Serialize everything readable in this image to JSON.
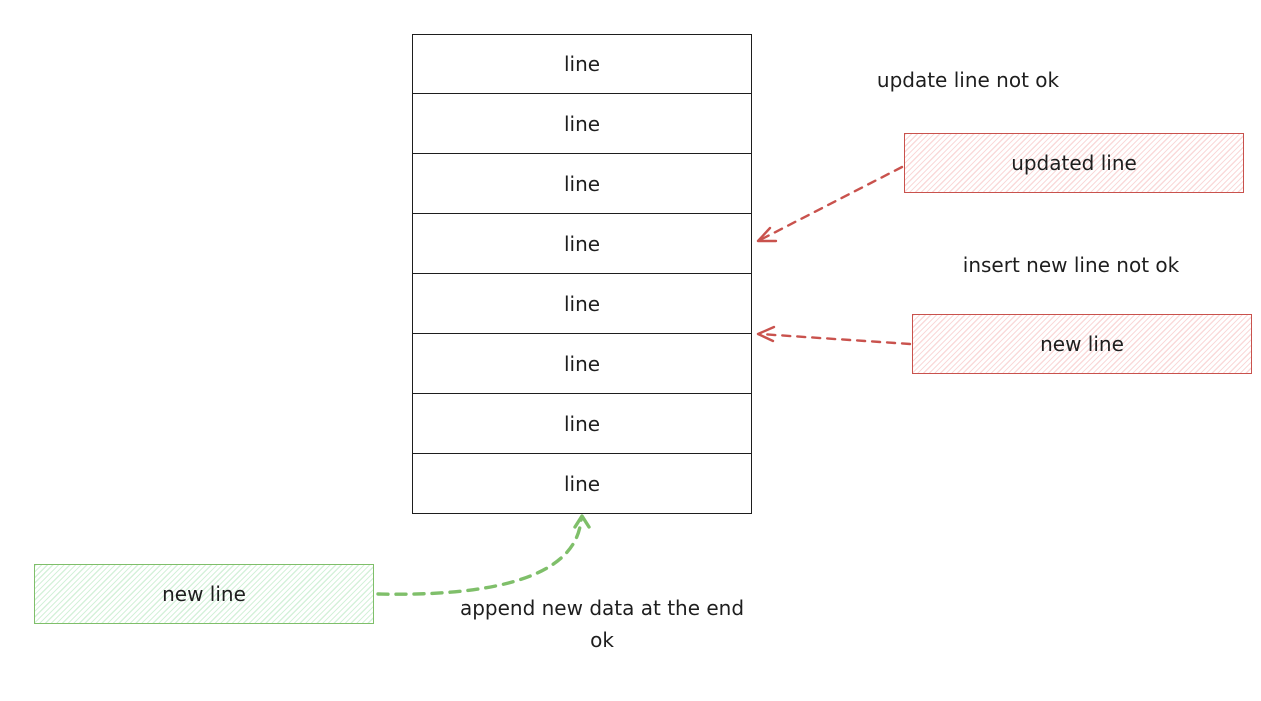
{
  "stack": {
    "rows": [
      "line",
      "line",
      "line",
      "line",
      "line",
      "line",
      "line",
      "line"
    ]
  },
  "update": {
    "caption": "update line not ok",
    "box_label": "updated line",
    "arrow_color": "#c9524d"
  },
  "insert": {
    "caption": "insert new line not ok",
    "box_label": "new line",
    "arrow_color": "#c9524d"
  },
  "append": {
    "caption": "append new data at the end ok",
    "box_label": "new line",
    "arrow_color": "#7fbf6a"
  }
}
